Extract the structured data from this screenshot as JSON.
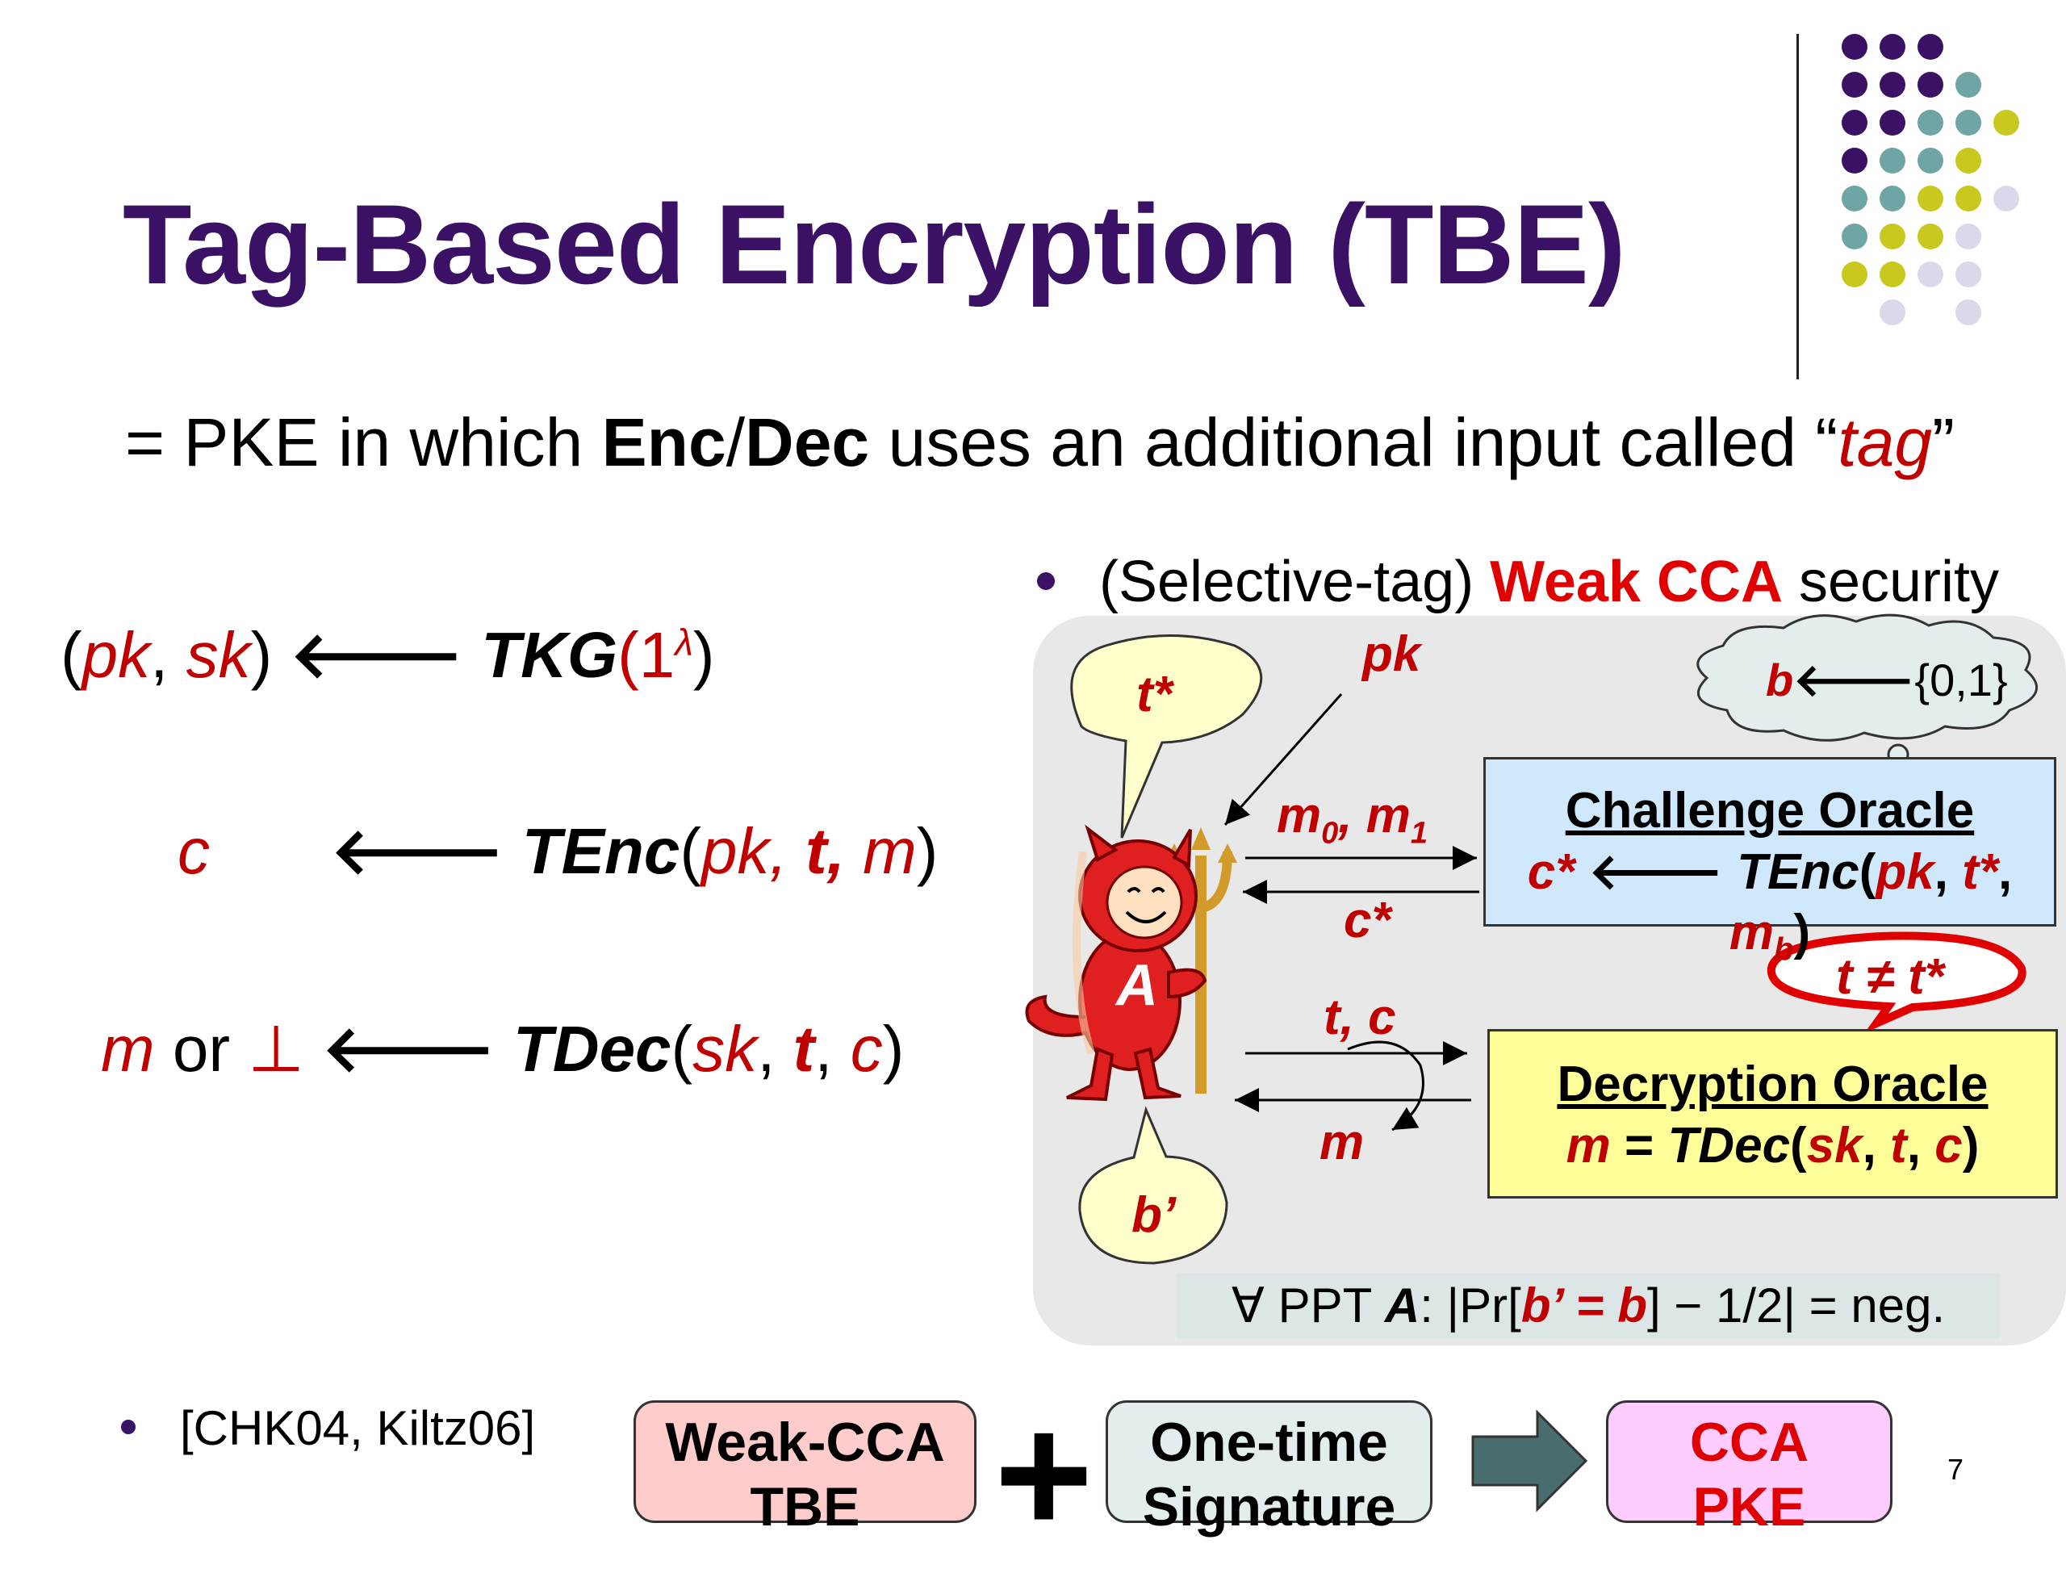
{
  "title": "Tag-Based Encryption (TBE)",
  "intro": {
    "prefix": "= PKE in which ",
    "enc": "Enc",
    "slash": "/",
    "dec": "Dec",
    "middle": " uses an additional input called “",
    "tag": "tag",
    "suffix": "”"
  },
  "equations": {
    "keygen": {
      "open": "(",
      "pk": "pk",
      "comma": ", ",
      "sk": "sk",
      "close": ")",
      "arrow": "🡐",
      "fn": "TKG",
      "arg_open": "(1",
      "lambda": "λ",
      "arg_close": ")"
    },
    "enc": {
      "c": "c",
      "arrow": "🡐",
      "fn": "TEnc",
      "open": "(",
      "pk": "pk,",
      "t": "t,",
      "m": "m",
      "close": ")"
    },
    "dec": {
      "m": "m",
      "or": " or ",
      "bot": "⊥",
      "arrow": "🡐",
      "fn": "TDec",
      "open": "(",
      "sk": "sk",
      "comma1": ", ",
      "t": "t",
      "comma2": ", ",
      "c": "c",
      "close": ")"
    }
  },
  "weak_cca": {
    "prefix": "(Selective-tag) ",
    "highlight": "Weak CCA",
    "suffix": " security"
  },
  "game": {
    "t_star_bubble": "t*",
    "pk_label": "pk",
    "b_prime_bubble": "b’",
    "adversary_letter": "A",
    "cloud": {
      "b": "b",
      "arrow": "🡐",
      "set": "{0,1}"
    },
    "m0m1": {
      "m": "m",
      "sub0": "0",
      "sep": ", m",
      "sub1": "1"
    },
    "c_star": "c*",
    "tc": "t, c",
    "m_label": "m",
    "neq": "t ≠ t*",
    "challenge_oracle": {
      "title": "Challenge Oracle",
      "c": "c*",
      "arrow": " 🡐 ",
      "fn": "TEnc",
      "open": "(",
      "pk": "pk",
      "comma1": ", ",
      "t": "t*",
      "comma2": ", ",
      "m": "m",
      "sub": "b",
      "close": ")"
    },
    "decryption_oracle": {
      "title": "Decryption Oracle",
      "m": "m",
      "eq": " = ",
      "fn": "TDec",
      "open": "(",
      "sk": "sk",
      "comma1": ", ",
      "t": "t",
      "comma2": ", ",
      "c": "c",
      "close": ")"
    },
    "formula": {
      "forall": "∀ PPT ",
      "A": "A",
      "colon": ": |Pr[",
      "bprime": "b’ = b",
      "rest": "] − 1/2| = neg."
    }
  },
  "reference": "[CHK04, Kiltz06]",
  "boxes": {
    "weak_cca_tbe": {
      "line1": "Weak-CCA",
      "line2": "TBE",
      "color": "#ffcccc"
    },
    "plus": "+",
    "ots": {
      "line1": "One-time",
      "line2": "Signature",
      "color": "#e3eded"
    },
    "cca_pke": {
      "line1": "CCA",
      "line2": "PKE",
      "color": "#ffccff"
    }
  },
  "page_number": "7",
  "colors": {
    "title": "#3b1166",
    "red": "#c00000",
    "teal": "#6fa5a5",
    "lime": "#c8c81e",
    "lavender": "#dcd8ec"
  }
}
